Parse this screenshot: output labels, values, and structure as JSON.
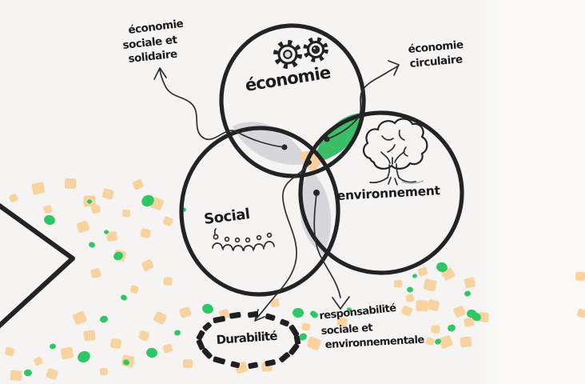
{
  "colors": {
    "background": "#f5f4f2",
    "ink": "#232325",
    "line": "#2e2e30",
    "lens_gray": "#d7d6da",
    "lens_green": "#3cbd68",
    "lens_peach": "#f8cf9d",
    "confetti_tan": "#f8d3a0",
    "confetti_green": "#2ec765",
    "burst_dash": "#1f1f21"
  },
  "venn": {
    "circles": [
      {
        "id": "economie",
        "label": "économie",
        "icon": "gears-icon"
      },
      {
        "id": "social",
        "label": "Social",
        "icon": "people-icon"
      },
      {
        "id": "environnement",
        "label": "environnement",
        "icon": "tree-icon"
      }
    ],
    "intersections": [
      {
        "id": "economie-social",
        "color_key": "lens_gray"
      },
      {
        "id": "economie-environnement",
        "color_key": "lens_green"
      },
      {
        "id": "social-environnement",
        "color_key": "lens_gray"
      },
      {
        "id": "center",
        "color_key": "lens_peach"
      }
    ]
  },
  "annotations": {
    "economie_sociale_solidaire": {
      "lines": [
        "économie",
        "sociale et",
        "solidaire"
      ]
    },
    "economie_circulaire": {
      "lines": [
        "économie",
        "circulaire"
      ]
    },
    "durabilite": {
      "label": "Durabilité"
    },
    "responsabilite": {
      "lines": [
        "responsabilité",
        "sociale et",
        "environnementale"
      ]
    }
  }
}
